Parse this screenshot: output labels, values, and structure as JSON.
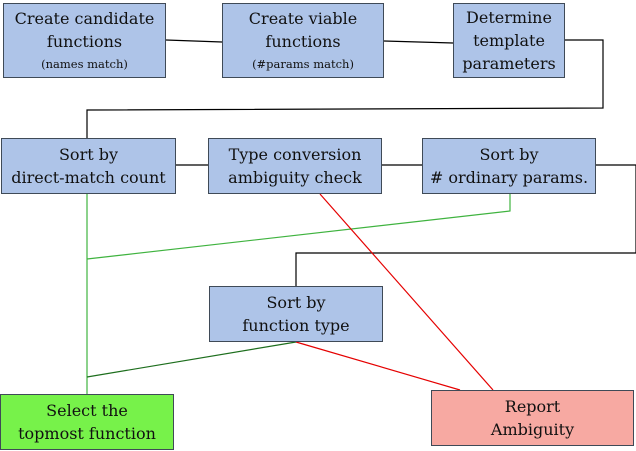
{
  "diagram": {
    "nodes": {
      "create_candidate": {
        "lines": [
          "Create candidate",
          "functions"
        ],
        "note": "(names match)"
      },
      "create_viable": {
        "lines": [
          "Create viable",
          "functions"
        ],
        "note": "(#params match)"
      },
      "determine_template": {
        "lines": [
          "Determine",
          "template",
          "parameters"
        ]
      },
      "sort_direct_match": {
        "lines": [
          "Sort by",
          "direct-match count"
        ]
      },
      "type_conversion": {
        "lines": [
          "Type conversion",
          "ambiguity check"
        ]
      },
      "sort_ordinary": {
        "lines": [
          "Sort by",
          "# ordinary params."
        ]
      },
      "sort_function_type": {
        "lines": [
          "Sort by",
          "function type"
        ]
      },
      "select_topmost": {
        "lines": [
          "Select the",
          "topmost function"
        ]
      },
      "report_ambiguity": {
        "lines": [
          "Report",
          "Ambiguity"
        ]
      }
    },
    "colors": {
      "process_box": "#aec4e8",
      "success_box": "#77f24a",
      "error_box": "#f7a9a2",
      "box_border": "#3f4a57",
      "main_flow": "#000000",
      "success_flow": "#3fb33f",
      "success_flow_dark": "#1d6e1d",
      "error_flow": "#e50000"
    }
  }
}
